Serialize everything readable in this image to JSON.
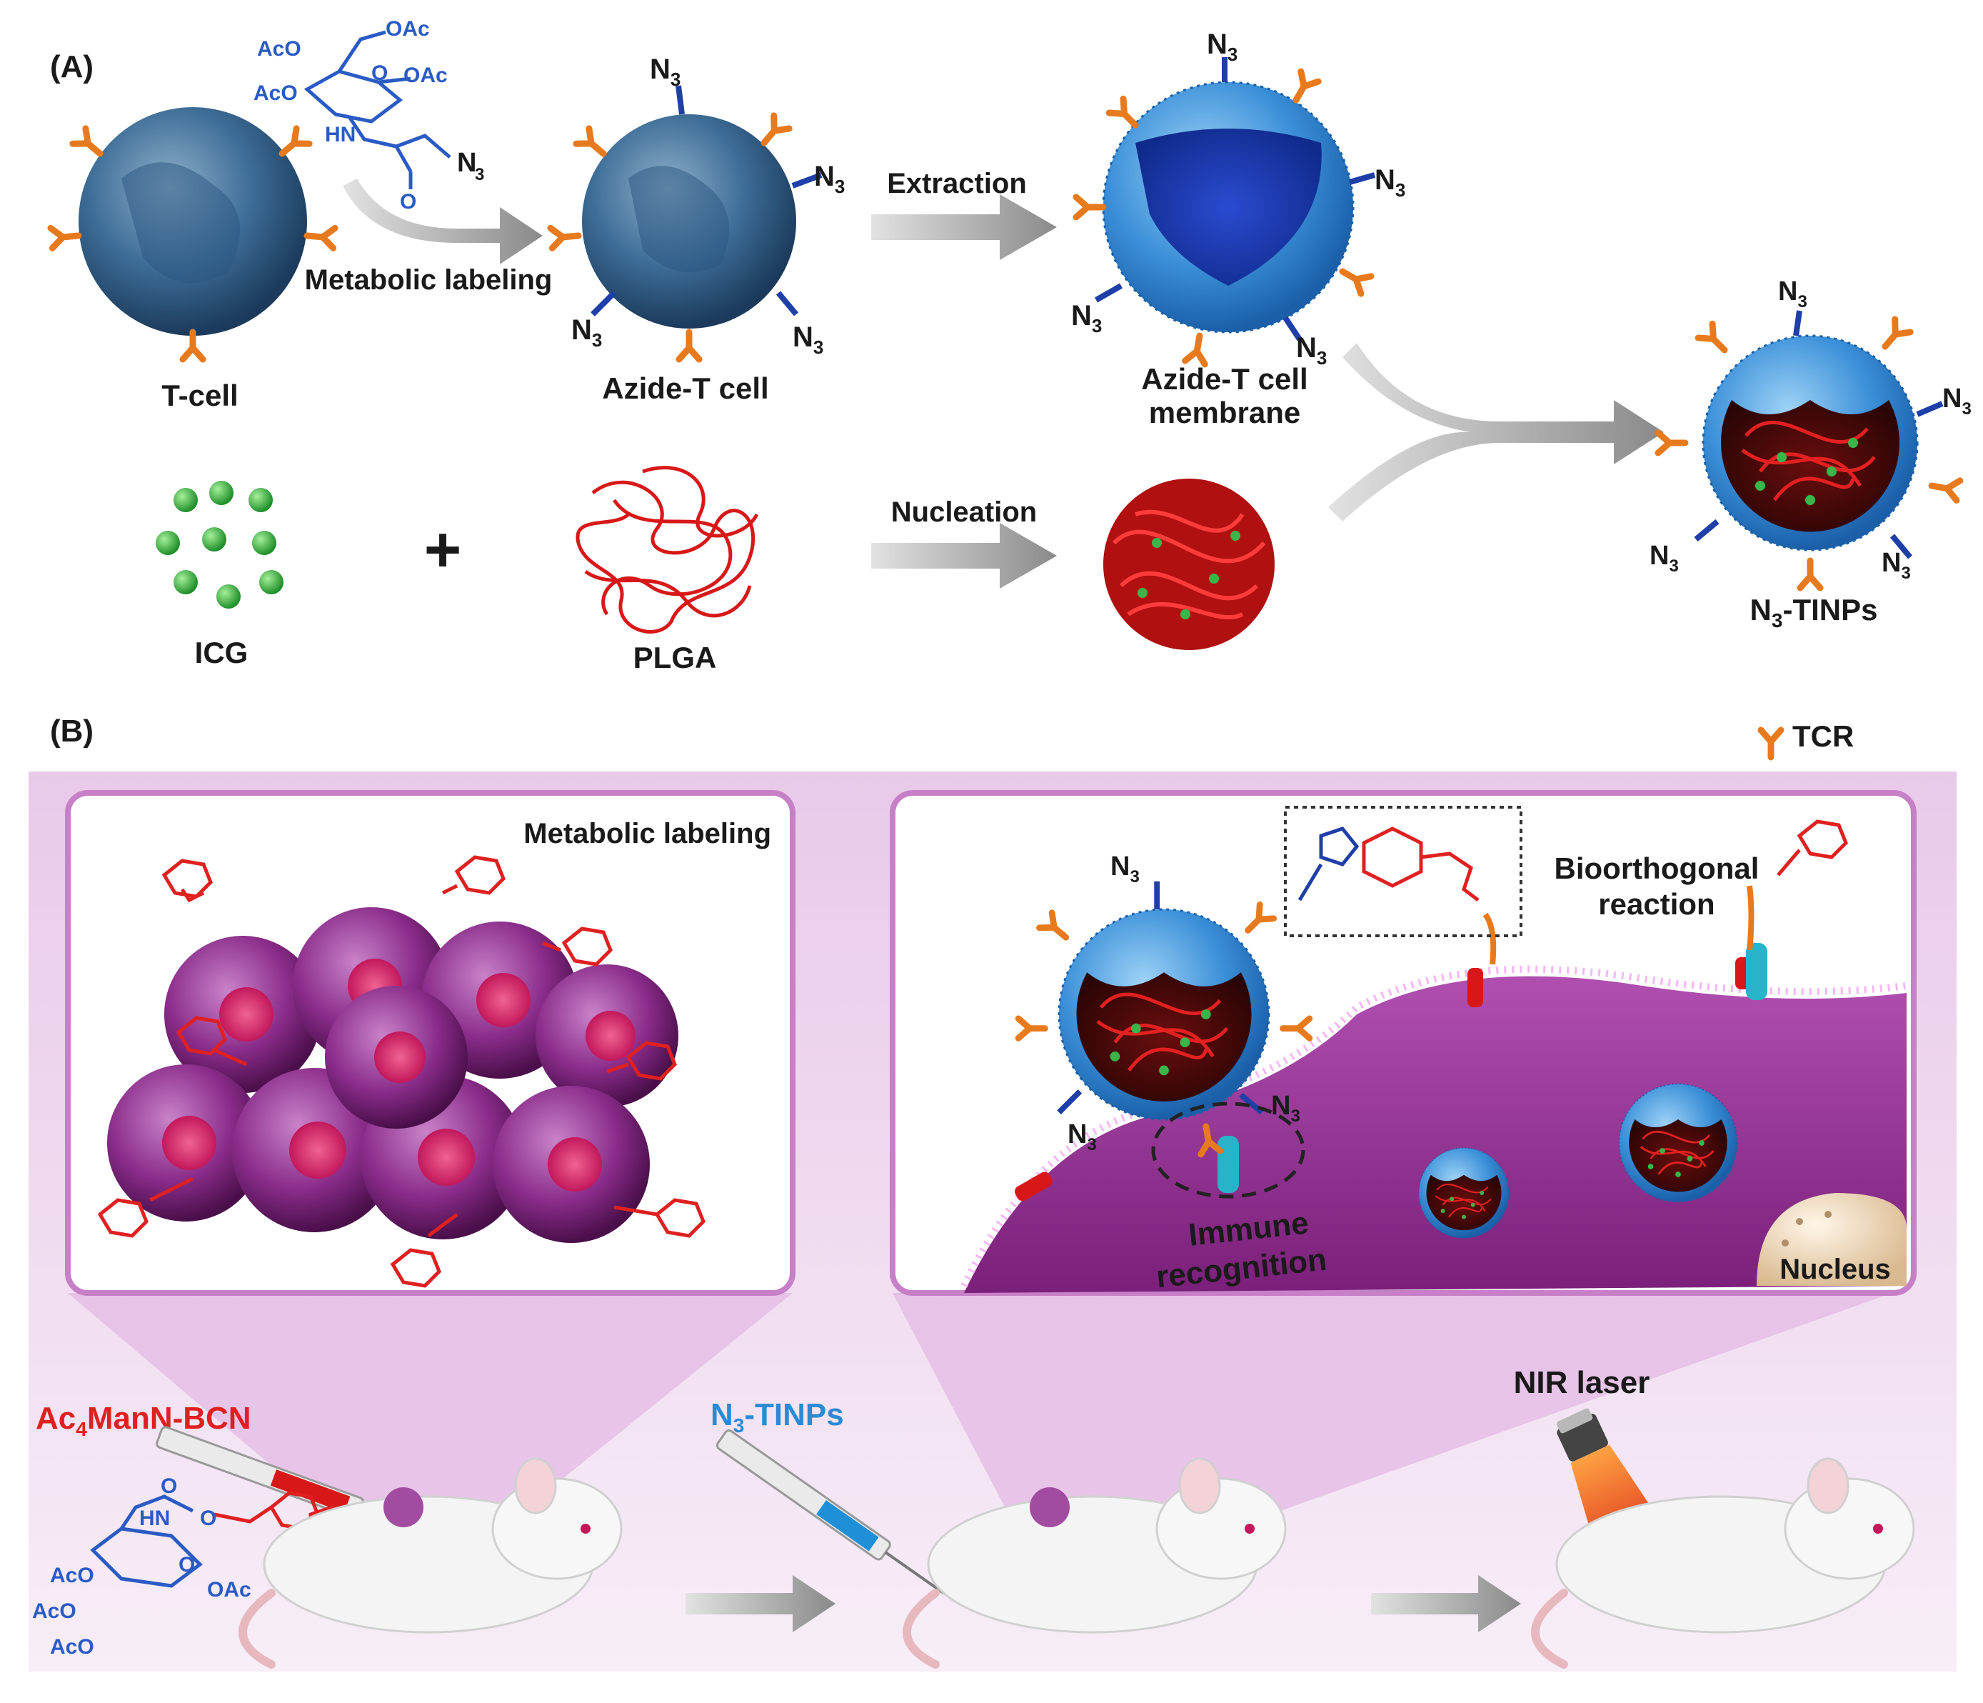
{
  "panels": {
    "a": {
      "label": "(A)"
    },
    "b": {
      "label": "(B)"
    }
  },
  "panel_a": {
    "tcell_label": "T-cell",
    "azide_tcell_label": "Azide-T cell",
    "membrane_label_line1": "Azide-T cell",
    "membrane_label_line2": "membrane",
    "icg_label": "ICG",
    "plga_label": "PLGA",
    "plus_sign": "+",
    "product_prefix": "N",
    "product_sub": "3",
    "product_suffix": "-TINPs",
    "arrows": {
      "metabolic_labeling": "Metabolic labeling",
      "extraction": "Extraction",
      "nucleation": "Nucleation"
    },
    "sugar_labels": {
      "oac_top": "OAc",
      "aco_1": "AcO",
      "aco_2": "AcO",
      "oac_right": "OAc",
      "ring_o": "O",
      "hn": "HN",
      "carbonyl_o": "O",
      "n3": "N",
      "n3_sub": "3"
    },
    "azide_text": "N",
    "azide_sub": "3"
  },
  "panel_b": {
    "tcr_legend": "TCR",
    "left_inset_title": "Metabolic labeling",
    "right_inset": {
      "bioorthogonal_line1": "Bioorthogonal",
      "bioorthogonal_line2": "reaction",
      "immune_line1": "Immune",
      "immune_line2": "recognition",
      "nucleus": "Nucleus"
    },
    "bottom": {
      "ac4_prefix": "Ac",
      "ac4_sub": "4",
      "ac4_suffix": "ManN-BCN",
      "n3tinps_prefix": "N",
      "n3tinps_sub": "3",
      "n3tinps_suffix": "-TINPs",
      "nir_laser": "NIR laser",
      "sugar": {
        "aco_1": "AcO",
        "aco_2": "AcO",
        "aco_3": "AcO",
        "oac": "OAc",
        "hn": "HN",
        "o1": "O",
        "o2": "O",
        "o3": "O"
      }
    }
  },
  "colors": {
    "sugar_blue": "#2a5bc4",
    "bcn_red": "#e02020",
    "tcr_orange": "#e87a1e",
    "azide_blue": "#1f3fa8",
    "membrane_blue": "#3a8fd8",
    "plga_red": "#d81818",
    "icg_green": "#3bb54a",
    "tumor_purple": "#8a2c8a",
    "background_pink": "#f3e4f3",
    "arrow_gray": "#9a9a9a"
  }
}
